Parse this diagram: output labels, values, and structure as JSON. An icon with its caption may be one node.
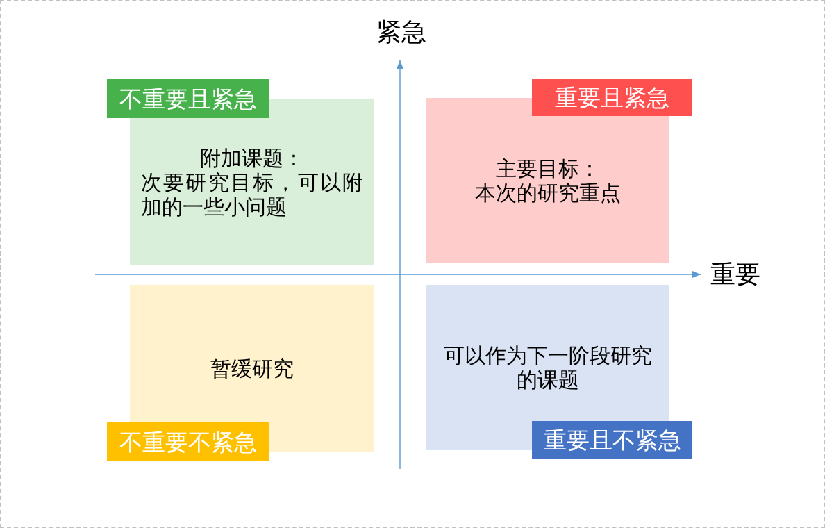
{
  "diagram": {
    "nodes": [
      {
        "text": [
          "不重要且紧急"
        ]
      },
      {
        "text": [
          "附加课题：",
          "次要研究目标，可以附加的一些小问题"
        ]
      },
      {
        "text": [
          "重要且紧急"
        ]
      },
      {
        "text": [
          "主要目标：",
          "本次的研究重点"
        ]
      },
      {
        "text": [
          "暂缓研究"
        ]
      },
      {
        "text": [
          "不重要不紧急"
        ]
      },
      {
        "text": [
          "可以作为下一阶段研究的课题"
        ]
      },
      {
        "text": [
          "重要且不紧急"
        ]
      }
    ],
    "labels": [
      "紧急",
      "重要"
    ]
  }
}
